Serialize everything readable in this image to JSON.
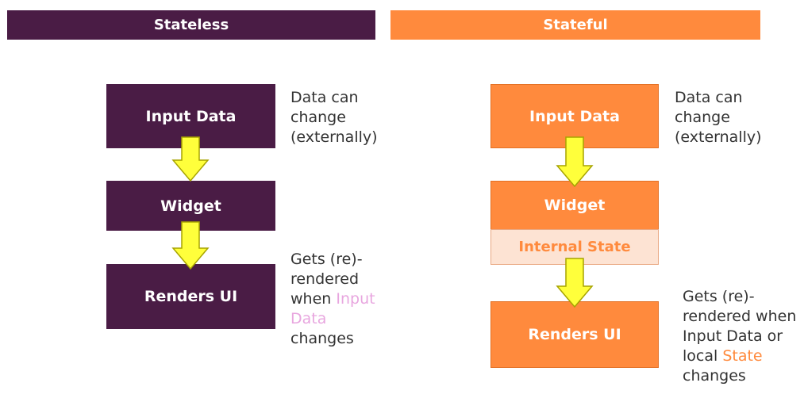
{
  "stateless": {
    "header": "Stateless",
    "input_box": "Input Data",
    "widget_box": "Widget",
    "renders_box": "Renders UI",
    "note_top": [
      "Data can",
      "change",
      "(externally)"
    ],
    "note_bottom": {
      "line1": "Gets (re)-",
      "line2": "rendered",
      "line3_prefix": "when ",
      "line3_highlight": "Input",
      "line4_highlight": "Data",
      "line5": "changes"
    }
  },
  "stateful": {
    "header": "Stateful",
    "input_box": "Input Data",
    "widget_box": "Widget",
    "state_box": "Internal State",
    "renders_box": "Renders UI",
    "note_top": [
      "Data can",
      "change",
      "(externally)"
    ],
    "note_bottom": {
      "line1": "Gets (re)-",
      "line2": "rendered when",
      "line3": "Input Data or",
      "line4_prefix": "local ",
      "line4_highlight": "State",
      "line5": "changes"
    }
  },
  "colors": {
    "stateless_primary": "#4a1c45",
    "stateful_primary": "#ff8a3d",
    "internal_state_bg": "#fde3d3",
    "arrow_fill": "#ffff3b",
    "arrow_stroke": "#a7a400",
    "highlight_pink": "#e8a6df"
  }
}
